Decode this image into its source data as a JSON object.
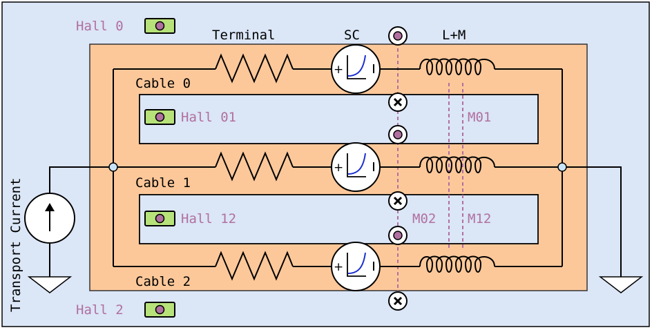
{
  "labels": {
    "terminal": "Terminal",
    "sc": "SC",
    "lm": "L+M",
    "transport_current": "Transport Current",
    "cable0": "Cable 0",
    "cable1": "Cable 1",
    "cable2": "Cable 2",
    "hall0": "Hall 0",
    "hall01": "Hall 01",
    "hall12": "Hall 12",
    "hall2": "Hall 2",
    "m01": "M01",
    "m02": "M02",
    "m12": "M12",
    "plus": "+"
  },
  "colors": {
    "outer_bg": "#dbe6f7",
    "cable_region": "#fcc89a",
    "inner_strip": "#dbe6f7",
    "hall_sensor": "#b7e27a",
    "hall_dot": "#b070a0",
    "hall_label": "#b070a0",
    "mutual_label": "#b070a0",
    "node": "#c9e4f8",
    "sc_curve": "#1a2fd0"
  }
}
